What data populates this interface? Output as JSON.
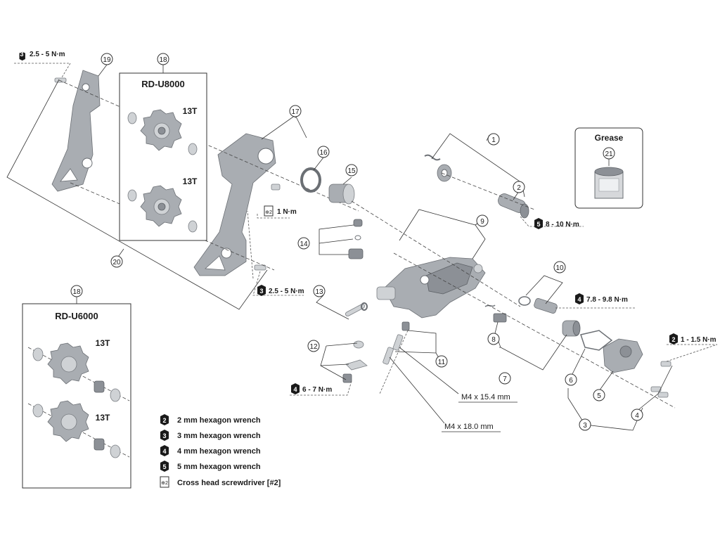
{
  "boxes": {
    "rd_u8000": {
      "title": "RD-U8000",
      "cog_top": "13T",
      "cog_bottom": "13T"
    },
    "rd_u6000": {
      "title": "RD-U6000",
      "cog_top": "13T",
      "cog_bottom": "13T"
    },
    "grease": {
      "title": "Grease"
    }
  },
  "callouts": {
    "c1": "1",
    "c2": "2",
    "c3": "3",
    "c4": "4",
    "c5": "5",
    "c6": "6",
    "c7": "7",
    "c8": "8",
    "c9": "9",
    "c10": "10",
    "c11": "11",
    "c12": "12",
    "c13": "13",
    "c14": "14",
    "c15": "15",
    "c16": "16",
    "c17": "17",
    "c18a": "18",
    "c18b": "18",
    "c19": "19",
    "c20": "20",
    "c21": "21"
  },
  "torques": {
    "t_top_left": {
      "tool": "3",
      "value": "2.5 - 5 N·m"
    },
    "t_cross": {
      "tool": "⊕2",
      "value": "1 N·m"
    },
    "t_mid": {
      "tool": "3",
      "value": "2.5 - 5 N·m"
    },
    "t_bottom": {
      "tool": "4",
      "value": "6 - 7 N·m"
    },
    "t_right_2": {
      "tool": "5",
      "value": "8 - 10 N·m"
    },
    "t_right_10": {
      "tool": "4",
      "value": "7.8 - 9.8 N·m"
    },
    "t_right_4": {
      "tool": "2",
      "value": "1 - 1.5 N·m"
    }
  },
  "bolt_labels": {
    "m4_short": "M4 x 15.4 mm",
    "m4_long": "M4 x 18.0 mm"
  },
  "legend": [
    {
      "icon": "2",
      "text": "2 mm hexagon wrench"
    },
    {
      "icon": "3",
      "text": "3 mm hexagon wrench"
    },
    {
      "icon": "4",
      "text": "4 mm hexagon wrench"
    },
    {
      "icon": "5",
      "text": "5 mm hexagon wrench"
    },
    {
      "icon": "⊕2",
      "text": "Cross head screwdriver [#2]"
    }
  ],
  "colors": {
    "metal": "#a9adb2",
    "metal_dark": "#8c9096",
    "line": "#333333"
  }
}
